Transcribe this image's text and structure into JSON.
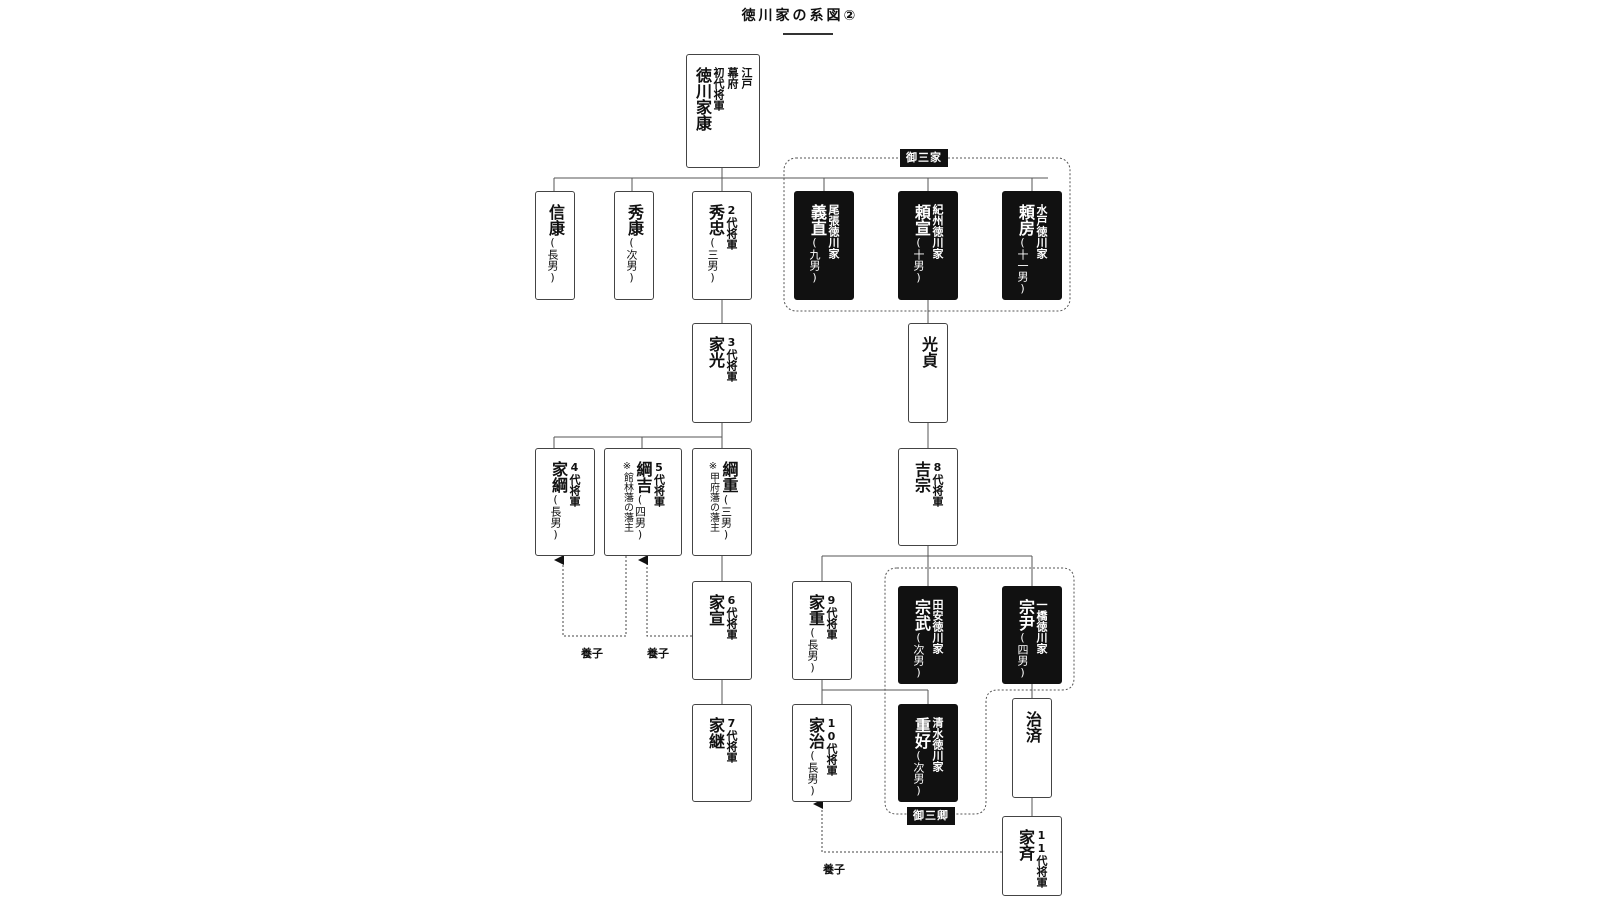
{
  "title": "徳川家の系図②",
  "groups": {
    "gosanke": "御三家",
    "gosankyo": "御三卿"
  },
  "adoption_label": "養子",
  "persons": {
    "ieyasu": {
      "name": "徳川家康",
      "sub": [
        "江戸",
        "幕府",
        "初代将軍"
      ]
    },
    "nobuyasu": {
      "name": "信康",
      "paren": "(長男)"
    },
    "hideyasu": {
      "name": "秀康",
      "paren": "(次男)"
    },
    "hidetada": {
      "name": "秀忠",
      "paren": "(三男)",
      "sub": [
        "2代将軍"
      ]
    },
    "yoshinao": {
      "name": "義直",
      "paren": "(九男)",
      "sub": [
        "尾張徳川家"
      ]
    },
    "yorinobu": {
      "name": "頼宣",
      "paren": "(十男)",
      "sub": [
        "紀州徳川家"
      ]
    },
    "yorifusa": {
      "name": "頼房",
      "paren": "(十一男)",
      "sub": [
        "水戸徳川家"
      ]
    },
    "iemitsu": {
      "name": "家光",
      "sub": [
        "3代将軍"
      ]
    },
    "mitsusada": {
      "name": "光貞"
    },
    "ietsuna": {
      "name": "家綱",
      "paren": "(長男)",
      "sub": [
        "4代将軍"
      ]
    },
    "tsunayoshi": {
      "name": "綱吉",
      "paren": "(四男)",
      "sub": [
        "5代将軍"
      ],
      "note": "※館林藩の藩主"
    },
    "tsunashige": {
      "name": "綱重",
      "paren": "(三男)",
      "note": "※甲府藩の藩主"
    },
    "yoshimune": {
      "name": "吉宗",
      "sub": [
        "8代将軍"
      ]
    },
    "ienobu": {
      "name": "家宣",
      "sub": [
        "6代将軍"
      ]
    },
    "ieshige": {
      "name": "家重",
      "paren": "(長男)",
      "sub": [
        "9代将軍"
      ]
    },
    "munetake": {
      "name": "宗武",
      "paren": "(次男)",
      "sub": [
        "田安徳川家"
      ]
    },
    "munetada": {
      "name": "宗尹",
      "paren": "(四男)",
      "sub": [
        "一橋徳川家"
      ]
    },
    "ietsugu": {
      "name": "家継",
      "sub": [
        "7代将軍"
      ]
    },
    "ieharu": {
      "name": "家治",
      "paren": "(長男)",
      "sub": [
        "10代将軍"
      ]
    },
    "shigeyoshi": {
      "name": "重好",
      "paren": "(次男)",
      "sub": [
        "清水徳川家"
      ]
    },
    "harusada": {
      "name": "治済"
    },
    "ienari": {
      "name": "家斉",
      "sub": [
        "11代将軍"
      ]
    }
  }
}
